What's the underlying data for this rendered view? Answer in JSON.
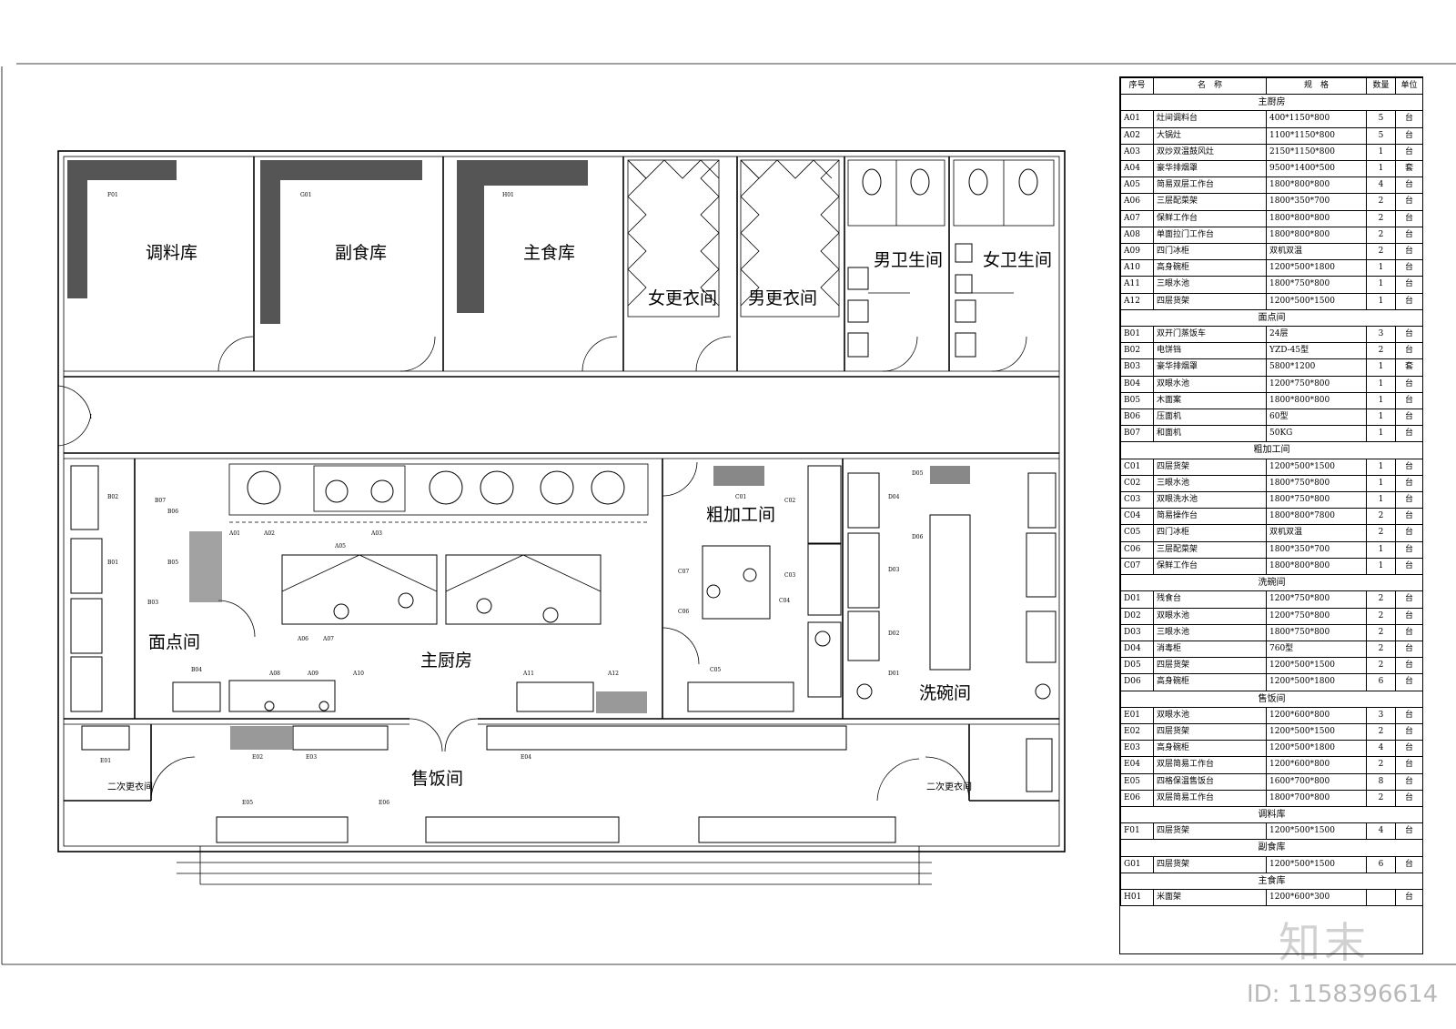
{
  "rooms": {
    "seasoning_store": "调料库",
    "side_food_store": "副食库",
    "staple_store": "主食库",
    "female_locker": "女更衣间",
    "male_locker": "男更衣间",
    "male_wc": "男卫生间",
    "female_wc": "女卫生间",
    "pastry_room": "面点间",
    "main_kitchen": "主厨房",
    "rough_processing": "粗加工间",
    "dishwashing": "洗碗间",
    "serving_room": "售饭间",
    "second_locker_left": "二次更衣间",
    "second_locker_right": "二次更衣间"
  },
  "schedule": {
    "headers": [
      "序号",
      "名　称",
      "规　格",
      "数量",
      "单位"
    ],
    "sections": [
      {
        "title": "主厨房",
        "rows": [
          [
            "A01",
            "灶间调料台",
            "400*1150*800",
            "5",
            "台"
          ],
          [
            "A02",
            "大锅灶",
            "1100*1150*800",
            "5",
            "台"
          ],
          [
            "A03",
            "双炒双温鼓风灶",
            "2150*1150*800",
            "1",
            "台"
          ],
          [
            "A04",
            "豪华排烟罩",
            "9500*1400*500",
            "1",
            "套"
          ],
          [
            "A05",
            "简易双层工作台",
            "1800*800*800",
            "4",
            "台"
          ],
          [
            "A06",
            "三层配菜架",
            "1800*350*700",
            "2",
            "台"
          ],
          [
            "A07",
            "保鲜工作台",
            "1800*800*800",
            "2",
            "台"
          ],
          [
            "A08",
            "单面拉门工作台",
            "1800*800*800",
            "2",
            "台"
          ],
          [
            "A09",
            "四门冰柜",
            "双机双温",
            "2",
            "台"
          ],
          [
            "A10",
            "高身碗柜",
            "1200*500*1800",
            "1",
            "台"
          ],
          [
            "A11",
            "三眼水池",
            "1800*750*800",
            "1",
            "台"
          ],
          [
            "A12",
            "四层货架",
            "1200*500*1500",
            "1",
            "台"
          ]
        ]
      },
      {
        "title": "面点间",
        "rows": [
          [
            "B01",
            "双开门蒸饭车",
            "24层",
            "3",
            "台"
          ],
          [
            "B02",
            "电饼铛",
            "YZD-45型",
            "2",
            "台"
          ],
          [
            "B03",
            "豪华排烟罩",
            "5800*1200",
            "1",
            "套"
          ],
          [
            "B04",
            "双眼水池",
            "1200*750*800",
            "1",
            "台"
          ],
          [
            "B05",
            "木面案",
            "1800*800*800",
            "1",
            "台"
          ],
          [
            "B06",
            "压面机",
            "60型",
            "1",
            "台"
          ],
          [
            "B07",
            "和面机",
            "50KG",
            "1",
            "台"
          ]
        ]
      },
      {
        "title": "粗加工间",
        "rows": [
          [
            "C01",
            "四层货架",
            "1200*500*1500",
            "1",
            "台"
          ],
          [
            "C02",
            "三眼水池",
            "1800*750*800",
            "1",
            "台"
          ],
          [
            "C03",
            "双眼洗水池",
            "1800*750*800",
            "1",
            "台"
          ],
          [
            "C04",
            "简易操作台",
            "1800*800*7800",
            "2",
            "台"
          ],
          [
            "C05",
            "四门冰柜",
            "双机双温",
            "2",
            "台"
          ],
          [
            "C06",
            "三层配菜架",
            "1800*350*700",
            "1",
            "台"
          ],
          [
            "C07",
            "保鲜工作台",
            "1800*800*800",
            "1",
            "台"
          ]
        ]
      },
      {
        "title": "洗碗间",
        "rows": [
          [
            "D01",
            "残食台",
            "1200*750*800",
            "2",
            "台"
          ],
          [
            "D02",
            "双眼水池",
            "1200*750*800",
            "2",
            "台"
          ],
          [
            "D03",
            "三眼水池",
            "1800*750*800",
            "2",
            "台"
          ],
          [
            "D04",
            "消毒柜",
            "760型",
            "2",
            "台"
          ],
          [
            "D05",
            "四层货架",
            "1200*500*1500",
            "2",
            "台"
          ],
          [
            "D06",
            "高身碗柜",
            "1200*500*1800",
            "6",
            "台"
          ]
        ]
      },
      {
        "title": "售饭间",
        "rows": [
          [
            "E01",
            "双眼水池",
            "1200*600*800",
            "3",
            "台"
          ],
          [
            "E02",
            "四层货架",
            "1200*500*1500",
            "2",
            "台"
          ],
          [
            "E03",
            "高身碗柜",
            "1200*500*1800",
            "4",
            "台"
          ],
          [
            "E04",
            "双层简易工作台",
            "1200*600*800",
            "2",
            "台"
          ],
          [
            "E05",
            "四格保温售饭台",
            "1600*700*800",
            "8",
            "台"
          ],
          [
            "E06",
            "双层简易工作台",
            "1800*700*800",
            "2",
            "台"
          ]
        ]
      },
      {
        "title": "调料库",
        "rows": [
          [
            "F01",
            "四层货架",
            "1200*500*1500",
            "4",
            "台"
          ]
        ]
      },
      {
        "title": "副食库",
        "rows": [
          [
            "G01",
            "四层货架",
            "1200*500*1500",
            "6",
            "台"
          ]
        ]
      },
      {
        "title": "主食库",
        "rows": [
          [
            "H01",
            "米面架",
            "1200*600*300",
            "",
            "台"
          ]
        ]
      }
    ]
  },
  "tags": {
    "f01": "F01",
    "g01": "G01",
    "h01": "H01",
    "a01": "A01",
    "a02": "A02",
    "a03": "A03",
    "a05": "A05",
    "a06": "A06",
    "a07": "A07",
    "a08": "A08",
    "a09": "A09",
    "a10": "A10",
    "a11": "A11",
    "a12": "A12",
    "b01": "B01",
    "b02": "B02",
    "b03": "B03",
    "b04": "B04",
    "b05": "B05",
    "b06": "B06",
    "b07": "B07",
    "c01": "C01",
    "c02": "C02",
    "c03": "C03",
    "c04": "C04",
    "c05": "C05",
    "c06": "C06",
    "c07": "C07",
    "d01": "D01",
    "d02": "D02",
    "d03": "D03",
    "d04": "D04",
    "d05": "D05",
    "d06": "D06",
    "e01": "E01",
    "e02": "E02",
    "e03": "E03",
    "e04": "E04",
    "e05": "E05",
    "e06": "E06"
  },
  "watermark": {
    "logo": "知末",
    "id": "ID: 1158396614"
  }
}
